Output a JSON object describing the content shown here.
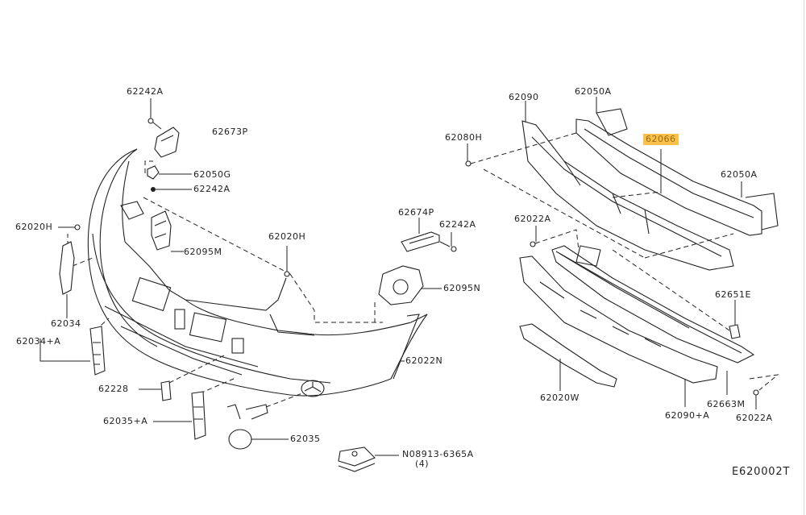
{
  "diagram": {
    "title": "Front bumper parts diagram",
    "figure_code": "E620002T",
    "highlight_color": "#f9c04a",
    "labels": {
      "l62242A_top": "62242A",
      "l62673P": "62673P",
      "l62050G": "62050G",
      "l62242A_mid": "62242A",
      "l62020H_left": "62020H",
      "l62095M": "62095M",
      "l62034": "62034",
      "l62034A": "62034+A",
      "l62020H_center": "62020H",
      "l62674P": "62674P",
      "l62242A_right": "62242A",
      "l62095N": "62095N",
      "l62022N": "62022N",
      "l62228": "62228",
      "l62035A": "62035+A",
      "l62035": "62035",
      "l08913": "N08913-6365A",
      "l08913_qty": "(4)",
      "l62090": "62090",
      "l62050A_top": "62050A",
      "l62080H": "62080H",
      "l62066": "62066",
      "l62050A_right": "62050A",
      "l62022A_top": "62022A",
      "l62651E": "62651E",
      "l62020W": "62020W",
      "l62663M": "62663M",
      "l62090A": "62090+A",
      "l62022A_bottom": "62022A"
    },
    "highlighted_part": "62066"
  }
}
